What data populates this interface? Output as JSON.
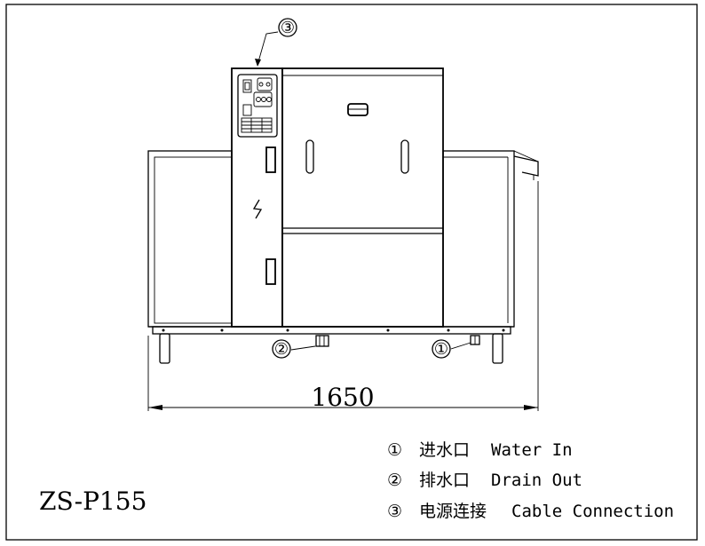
{
  "model": "ZS-P155",
  "dimension": {
    "width_label": "1650"
  },
  "callouts": [
    {
      "id": "water-in",
      "number": "①"
    },
    {
      "id": "drain-out",
      "number": "②"
    },
    {
      "id": "cable",
      "number": "③"
    }
  ],
  "legend": [
    {
      "number": "①",
      "chinese": "进水口",
      "english": "Water In"
    },
    {
      "number": "②",
      "chinese": "排水口",
      "english": "Drain Out"
    },
    {
      "number": "③",
      "chinese": "电源连接",
      "english": "Cable Connection"
    }
  ]
}
